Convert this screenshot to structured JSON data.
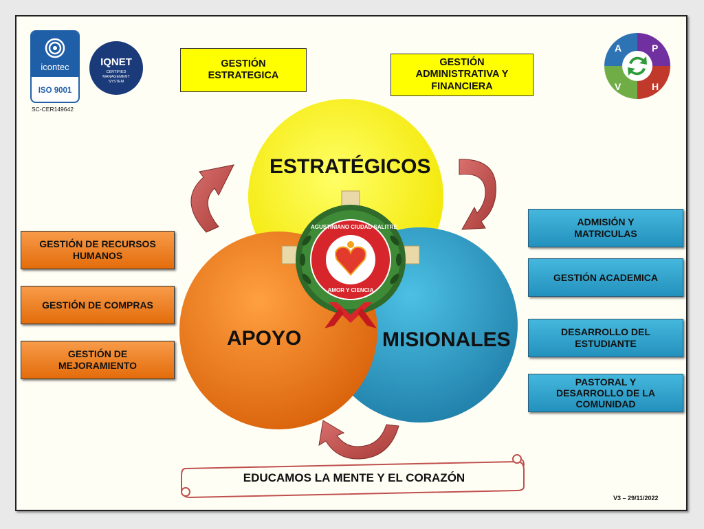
{
  "certification": {
    "icontec_label": "icontec",
    "iso_label": "ISO 9001",
    "certificate_code": "SC-CER149642",
    "iqnet_label": "IQNET",
    "iqnet_sub_1": "CERTIFIED",
    "iqnet_sub_2": "MANAGEMENT",
    "iqnet_sub_3": "SYSTEM"
  },
  "phva_cycle": {
    "letters": [
      "A",
      "P",
      "V",
      "H"
    ],
    "colors": [
      "#2e74b5",
      "#7030a0",
      "#70ad47",
      "#c0392b"
    ]
  },
  "process_groups": {
    "estrategicos": "ESTRATÉGICOS",
    "apoyo": "APOYO",
    "misionales": "MISIONALES",
    "colors": {
      "estrategicos": "#ffff00",
      "apoyo": "#f08020",
      "misionales": "#2fa3cc"
    }
  },
  "strategic_processes": [
    {
      "line1": "GESTIÓN",
      "line2": "ESTRATEGICA"
    },
    {
      "line1": "GESTIÓN",
      "line2": "ADMINISTRATIVA Y",
      "line3": "FINANCIERA"
    }
  ],
  "support_processes": [
    {
      "line1": "GESTIÓN DE RECURSOS",
      "line2": "HUMANOS"
    },
    {
      "line1": "GESTIÓN DE COMPRAS"
    },
    {
      "line1": "GESTIÓN DE",
      "line2": "MEJORAMIENTO"
    }
  ],
  "missional_processes": [
    {
      "line1": "ADMISIÓN Y",
      "line2": "MATRICULAS"
    },
    {
      "line1": "GESTIÓN ACADEMICA"
    },
    {
      "line1": "DESARROLLO DEL",
      "line2": "ESTUDIANTE"
    },
    {
      "line1": "PASTORAL Y",
      "line2": "DESARROLLO DE LA",
      "line3": "COMUNIDAD"
    }
  ],
  "emblem": {
    "ring_text": "AGUSTINIANO CIUDAD SALITRE",
    "motto": "AMOR Y CIENCIA"
  },
  "motto_banner": "EDUCAMOS LA MENTE Y EL CORAZÓN",
  "version": "V3 – 29/11/2022",
  "arrow_color": "#c0504d"
}
